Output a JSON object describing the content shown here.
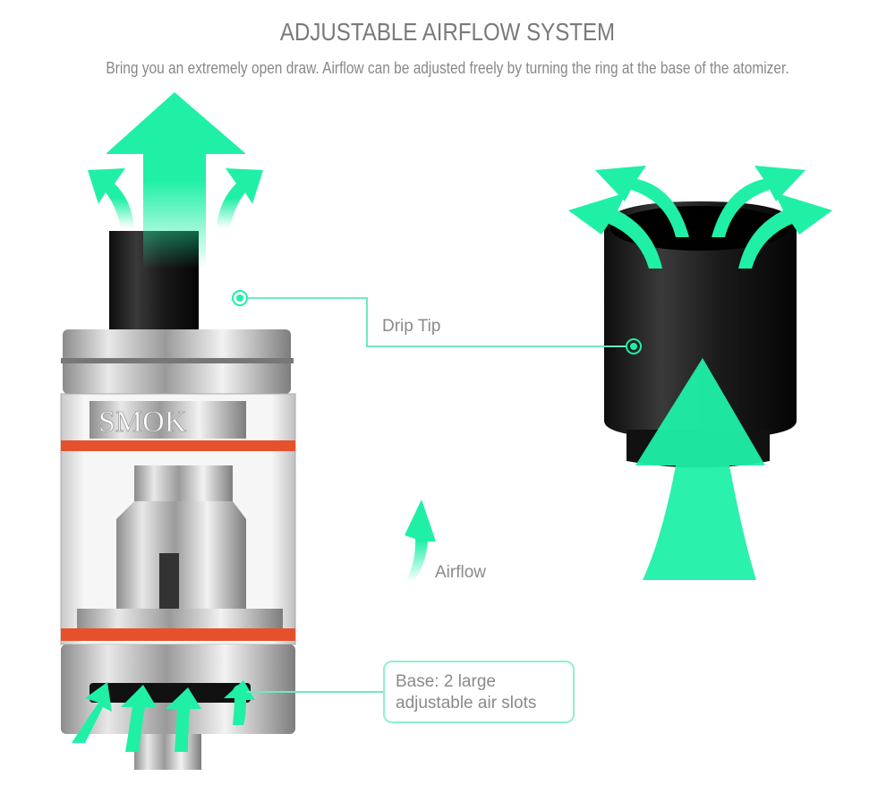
{
  "header": {
    "title": "ADJUSTABLE AIRFLOW SYSTEM",
    "subtitle": "Bring you an extremely open draw. Airflow can be adjusted freely by turning the ring at the base of the atomizer."
  },
  "callouts": {
    "drip_tip": "Drip Tip",
    "airflow": "Airflow",
    "base_line1": "Base: 2 large",
    "base_line2": "adjustable air slots"
  },
  "product": {
    "brand_logo": "SMOK"
  },
  "colors": {
    "accent": "#1ff0a6",
    "callout_line": "#6fe9c2",
    "ring": "#e5512c",
    "text": "#7a7a7a"
  }
}
